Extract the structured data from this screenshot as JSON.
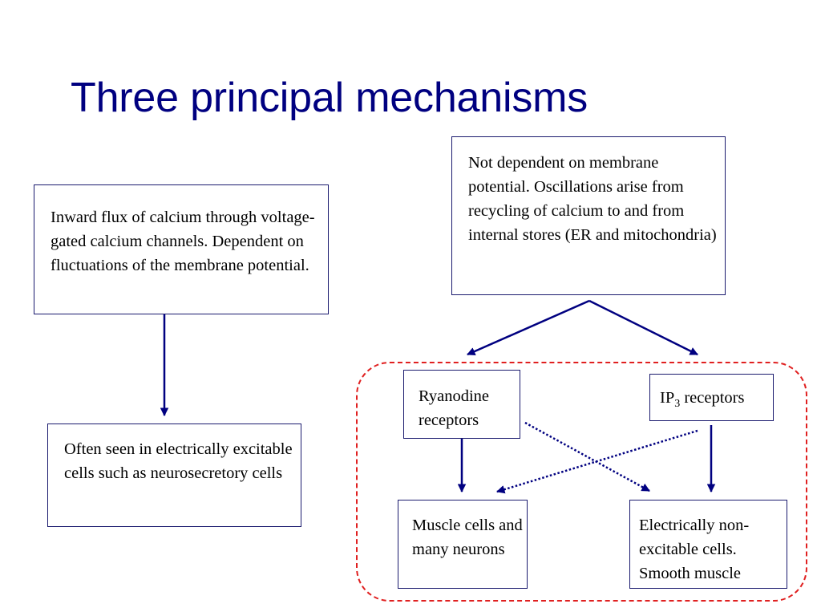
{
  "title": "Three principal mechanisms",
  "boxes": {
    "voltage": "Inward flux of calcium through voltage-gated calcium channels. Dependent on fluctuations of the membrane potential.",
    "excitable": "Often seen in electrically excitable cells such  as neurosecretory cells",
    "internal": "Not dependent on membrane potential. Oscillations arise from recycling of calcium to and from internal stores (ER and mitochondria)",
    "ryanodine": "Ryanodine receptors",
    "ip3": {
      "prefix": "IP",
      "sub": "3",
      "suffix": " receptors"
    },
    "muscle": "Muscle cells and many neurons",
    "non_excitable": "Electrically non-excitable cells. Smooth muscle"
  },
  "colors": {
    "title": "#000080",
    "arrow": "#000080",
    "box_border": "#1a1a6e",
    "dashed_region": "#e02020"
  }
}
